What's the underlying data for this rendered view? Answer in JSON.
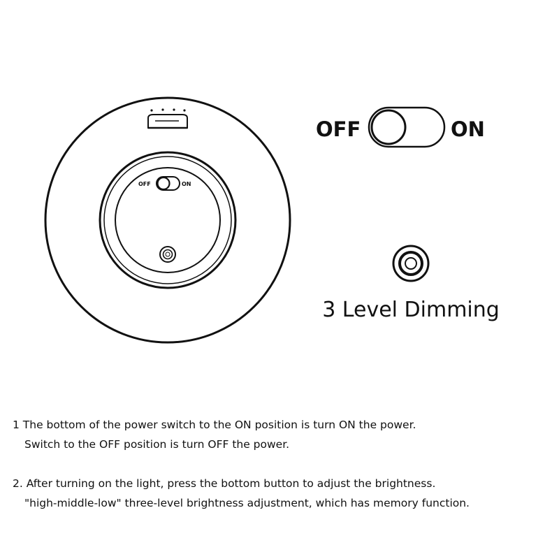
{
  "device": {
    "switch_off_label": "OFF",
    "switch_on_label": "ON"
  },
  "callout": {
    "off_label": "OFF",
    "on_label": "ON",
    "button_caption": "3 Level Dimming"
  },
  "instructions": [
    {
      "line1": "1  The bottom of the power switch to the ON position is turn ON the power.",
      "line2": "Switch to the OFF position is turn OFF the power."
    },
    {
      "line1": "2.  After turning on the light, press the bottom button to adjust the brightness.",
      "line2": "\"high-middle-low\" three-level brightness adjustment, which has memory function."
    }
  ],
  "icons": {
    "device": "round-light-fixture-icon",
    "switch": "toggle-switch-icon",
    "button": "push-button-icon"
  }
}
